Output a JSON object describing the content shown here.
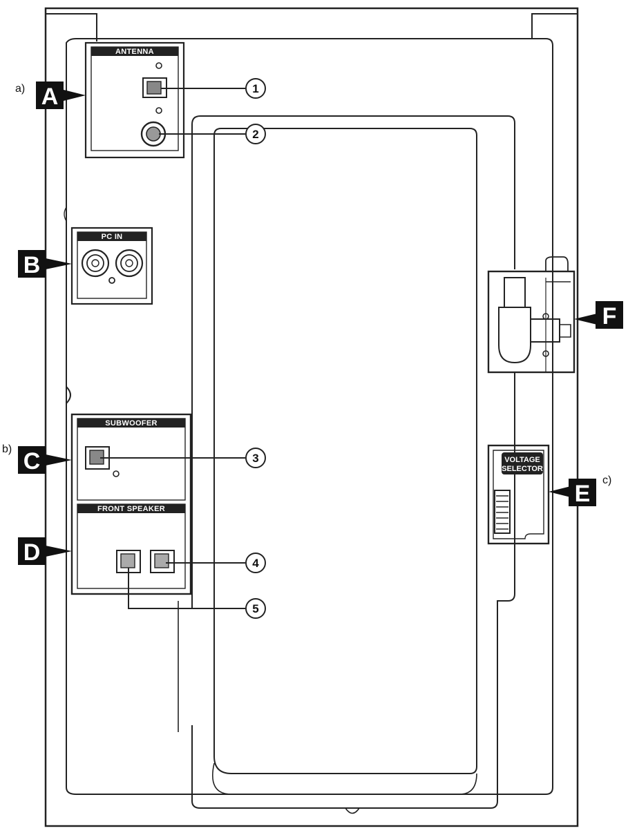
{
  "panels": {
    "antenna": "ANTENNA",
    "pc_in": "PC IN",
    "subwoofer": "SUBWOOFER",
    "front_speaker": "FRONT SPEAKER",
    "voltage_selector_line1": "VOLTAGE",
    "voltage_selector_line2": "SELECTOR"
  },
  "badges": {
    "a": "A",
    "b": "B",
    "c": "C",
    "d": "D",
    "e": "E",
    "f": "F"
  },
  "notes": {
    "a": "a)",
    "b": "b)",
    "c": "c)"
  },
  "callouts": {
    "n1": "1",
    "n2": "2",
    "n3": "3",
    "n4": "4",
    "n5": "5"
  },
  "colors": {
    "line": "#222222",
    "badge_fill": "#111111"
  }
}
